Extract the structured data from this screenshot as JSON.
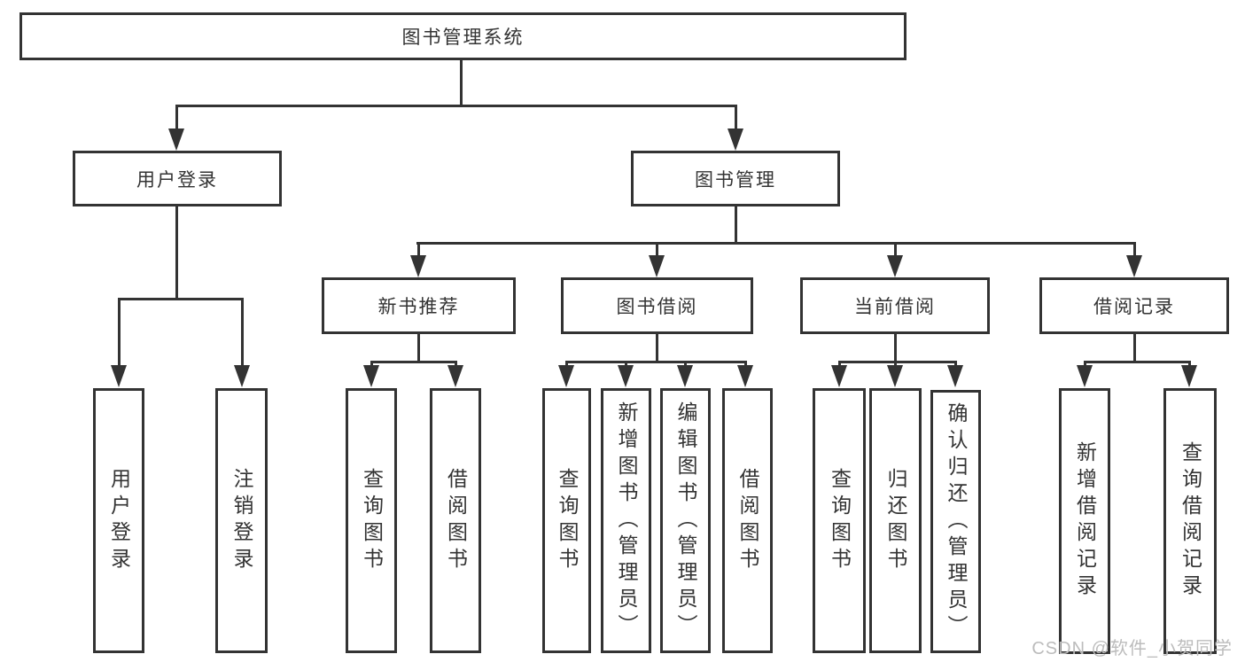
{
  "tree": {
    "root": "图书管理系统",
    "branches": [
      {
        "label": "用户登录",
        "children": [
          "用户登录",
          "注销登录"
        ]
      },
      {
        "label": "图书管理",
        "categories": [
          {
            "label": "新书推荐",
            "children": [
              "查询图书",
              "借阅图书"
            ]
          },
          {
            "label": "图书借阅",
            "children": [
              "查询图书",
              "新增图书（管理员）",
              "编辑图书（管理员）",
              "借阅图书"
            ]
          },
          {
            "label": "当前借阅",
            "children": [
              "查询图书",
              "归还图书",
              "确认归还（管理员）"
            ]
          },
          {
            "label": "借阅记录",
            "children": [
              "新增借阅记录",
              "查询借阅记录"
            ]
          }
        ]
      }
    ]
  },
  "watermark": {
    "text": "CSDN @软件_小贺同学",
    "color": "#bcbcbc"
  },
  "colors": {
    "line": "#333333",
    "text": "#333333",
    "box_bg": "#ffffff",
    "page_bg": "#ffffff"
  }
}
